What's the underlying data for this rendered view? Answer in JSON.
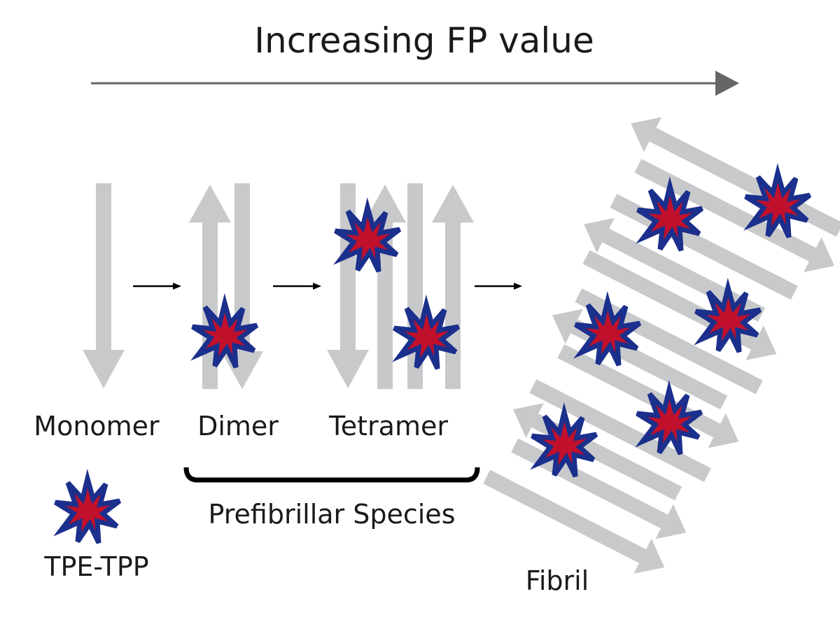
{
  "title": "Increasing FP value",
  "stages": {
    "monomer": "Monomer",
    "dimer": "Dimer",
    "tetramer": "Tetramer",
    "fibril": "Fibril"
  },
  "group_label": "Prefibrillar Species",
  "legend": {
    "label": "TPE-TPP",
    "icon": "tpe-tpp-star-icon"
  },
  "colors": {
    "strand": "#c8c9cb",
    "title_arrow": "#666666",
    "star_outline": "#1b2f8c",
    "star_fill": "#c0102c",
    "text": "#1a1a1a"
  }
}
